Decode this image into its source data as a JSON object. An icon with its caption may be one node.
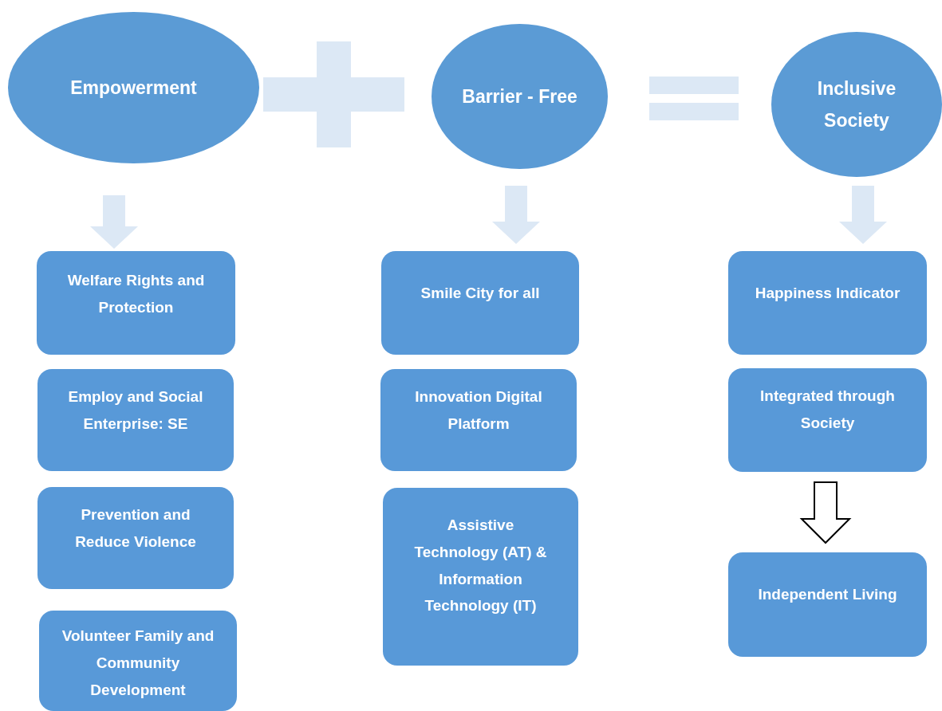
{
  "diagram": {
    "nodes": [
      {
        "text": [
          "Empowerment"
        ]
      },
      {
        "text": [
          "Barrier - Free"
        ]
      },
      {
        "text": [
          "Inclusive Society"
        ]
      },
      {
        "text": [
          "Welfare Rights and Protection"
        ]
      },
      {
        "text": [
          "Employ and Social Enterprise: SE"
        ]
      },
      {
        "text": [
          "Prevention and Reduce Violence"
        ]
      },
      {
        "text": [
          "Volunteer Family and Community Development"
        ]
      },
      {
        "text": [
          "Smile City for all"
        ]
      },
      {
        "text": [
          "Innovation Digital Platform"
        ]
      },
      {
        "text": [
          "Assistive Technology (AT) & Information Technology (IT)"
        ]
      },
      {
        "text": [
          "Happiness Indicator"
        ]
      },
      {
        "text": [
          "Integrated through Society"
        ]
      },
      {
        "text": [
          "Independent Living"
        ]
      }
    ],
    "edges": [
      {
        "from": 0,
        "to": 3,
        "arrow": "to"
      },
      {
        "from": 1,
        "to": 7,
        "arrow": "to"
      },
      {
        "from": 2,
        "to": 10,
        "arrow": "to"
      },
      {
        "from": 11,
        "to": 12,
        "arrow": "to",
        "color": "#000000"
      }
    ]
  }
}
